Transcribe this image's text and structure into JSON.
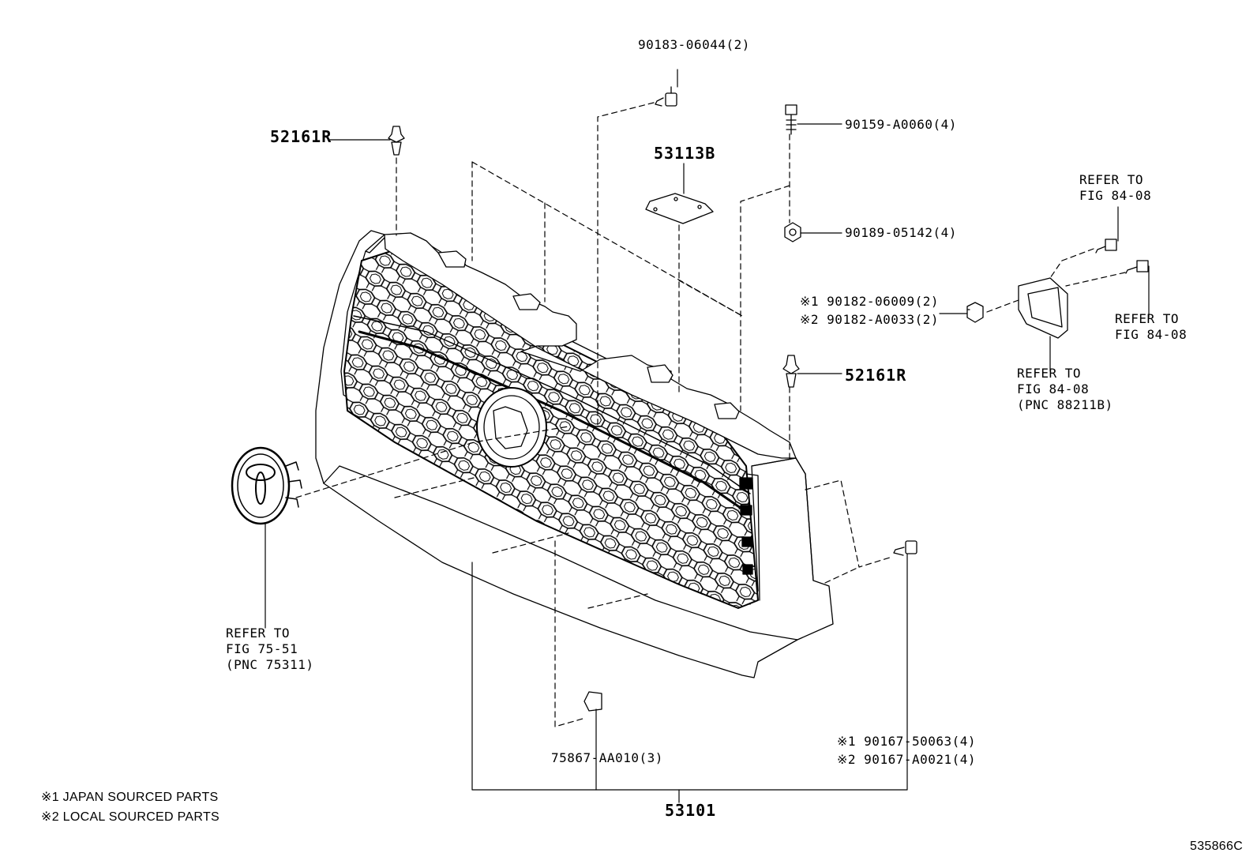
{
  "callouts": {
    "p90183": "90183-06044(2)",
    "p52161r_top": "52161R",
    "p53113b": "53113B",
    "p90159": "90159-A0060(4)",
    "p90189": "90189-05142(4)",
    "refer_84_08_a": [
      "REFER TO",
      "FIG 84-08"
    ],
    "p90182_1": "※1 90182-06009(2)",
    "p90182_2": "※2 90182-A0033(2)",
    "refer_84_08_b": [
      "REFER TO",
      "FIG 84-08"
    ],
    "p52161r_right": "52161R",
    "refer_84_08_c": [
      "REFER TO",
      "FIG 84-08",
      "(PNC 88211B)"
    ],
    "refer_75_51": [
      "REFER TO",
      "FIG 75-51",
      "(PNC 75311)"
    ],
    "p75867": "75867-AA010(3)",
    "p90167_1": "※1 90167-50063(4)",
    "p90167_2": "※2 90167-A0021(4)",
    "p53101": "53101"
  },
  "legend": {
    "note1": "※1  JAPAN SOURCED PARTS",
    "note2": "※2  LOCAL SOURCED PARTS"
  },
  "figure_id": "535866C"
}
